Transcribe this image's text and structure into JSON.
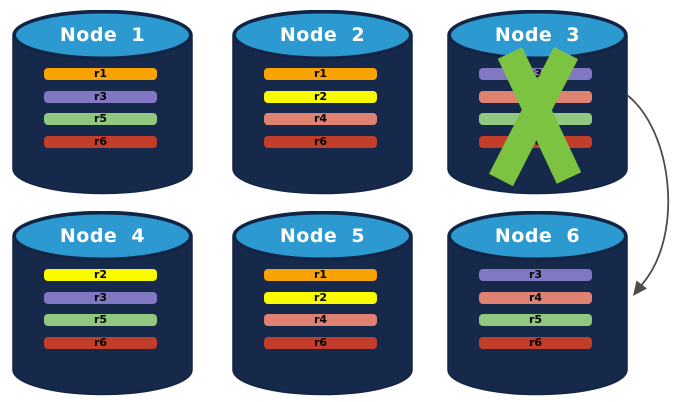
{
  "colors": {
    "background": "#FFFFFF",
    "cylinder_body": "#17294B",
    "cylinder_top": "#2C9AD1",
    "cylinder_outline": "#122444",
    "title_text": "#FFFFFF",
    "bar_text": "#000000",
    "failure_x": "#7CC342",
    "arrow": "#4D4D4D"
  },
  "replica_colors": {
    "r1": "#F9A302",
    "r2": "#FBFB00",
    "r3": "#8277C3",
    "r4": "#DF8272",
    "r5": "#8FC87E",
    "r6": "#C23E2B"
  },
  "nodes": [
    {
      "title": "Node 1",
      "status": "up",
      "bars": [
        {
          "label": "r1",
          "color": "#F9A302"
        },
        {
          "label": "r3",
          "color": "#8277C3"
        },
        {
          "label": "r5",
          "color": "#8FC87E"
        },
        {
          "label": "r6",
          "color": "#C23E2B"
        }
      ]
    },
    {
      "title": "Node 2",
      "status": "up",
      "bars": [
        {
          "label": "r1",
          "color": "#F9A302"
        },
        {
          "label": "r2",
          "color": "#FBFB00"
        },
        {
          "label": "r4",
          "color": "#DF8272"
        },
        {
          "label": "r6",
          "color": "#C23E2B"
        }
      ]
    },
    {
      "title": "Node 3",
      "status": "failed",
      "bars": [
        {
          "label": "r3",
          "color": "#8277C3"
        },
        {
          "label": "r4",
          "color": "#DF8272"
        },
        {
          "label": "r5",
          "color": "#8FC87E"
        },
        {
          "label": "r6",
          "color": "#C23E2B"
        }
      ]
    },
    {
      "title": "Node 4",
      "status": "up",
      "bars": [
        {
          "label": "r2",
          "color": "#FBFB00"
        },
        {
          "label": "r3",
          "color": "#8277C3"
        },
        {
          "label": "r5",
          "color": "#8FC87E"
        },
        {
          "label": "r6",
          "color": "#C23E2B"
        }
      ]
    },
    {
      "title": "Node 5",
      "status": "up",
      "bars": [
        {
          "label": "r1",
          "color": "#F9A302"
        },
        {
          "label": "r2",
          "color": "#FBFB00"
        },
        {
          "label": "r4",
          "color": "#DF8272"
        },
        {
          "label": "r6",
          "color": "#C23E2B"
        }
      ]
    },
    {
      "title": "Node 6",
      "status": "up",
      "bars": [
        {
          "label": "r3",
          "color": "#8277C3"
        },
        {
          "label": "r4",
          "color": "#DF8272"
        },
        {
          "label": "r5",
          "color": "#8FC87E"
        },
        {
          "label": "r6",
          "color": "#C23E2B"
        }
      ]
    }
  ],
  "arrow": {
    "from": "Node 3",
    "to": "Node 6"
  }
}
